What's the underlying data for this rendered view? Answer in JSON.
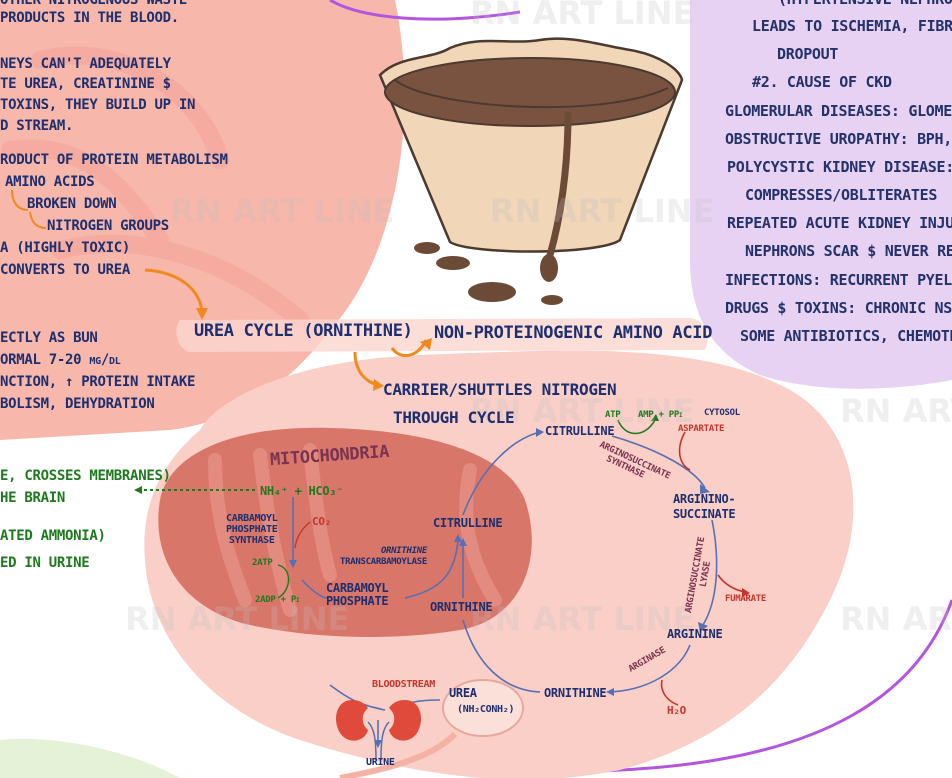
{
  "colors": {
    "left_blob": "#f7b7ab",
    "left_blob_edge": "#f3a497",
    "cycle_blob": "#f9cfc7",
    "mitochondria": "#d9766a",
    "purple_blob": "#e7d2f3",
    "purple_outline": "#b455e0",
    "navy_text": "#1d2f6f",
    "green_text": "#1f7a1f",
    "red_text": "#c8342c",
    "arrow_blue": "#5570b5",
    "orange_arrow": "#f08a1e",
    "kidney": "#e04a3a"
  },
  "watermark": "RN ART LINE",
  "left_panel": {
    "lines": [
      "OTHER NITROGENOUS WASTE",
      "PRODUCTS IN THE BLOOD.",
      "NEYS CAN'T ADEQUATELY",
      "TE UREA, CREATININE $",
      "TOXINS, THEY BUILD UP IN",
      "D STREAM.",
      "RODUCT OF PROTEIN METABOLISM",
      "AMINO ACIDS",
      "BROKEN DOWN",
      "NITROGEN GROUPS",
      "A (HIGHLY TOXIC)",
      "CONVERTS TO UREA",
      "ECTLY AS BUN",
      "ORMAL 7-20 mg/dl",
      "NCTION, ↑ PROTEIN INTAKE",
      "BOLISM, DEHYDRATION"
    ],
    "lower_lines": [
      "E, CROSSES MEMBRANES)",
      "HE BRAIN",
      "ATED AMMONIA)",
      "ED IN URINE"
    ]
  },
  "right_panel": {
    "lines": [
      "(HYPERTENSIVE NEPHRO",
      "LEADS TO ISCHEMIA, FIBROS",
      "DROPOUT",
      "#2. CAUSE OF CKD",
      "GLOMERULAR DISEASES: GLOMER",
      "OBSTRUCTIVE UROPATHY: BPH, S",
      "POLYCYSTIC KIDNEY DISEASE: CY",
      "COMPRESSES/OBLITERATES",
      "REPEATED ACUTE KIDNEY INJURY",
      "NEPHRONS SCAR $ NEVER REC",
      "INFECTIONS: RECURRENT PYELO",
      "DRUGS $ TOXINS: CHRONIC NSAI",
      "SOME ANTIBIOTICS, CHEMOTH"
    ]
  },
  "center": {
    "urea_cycle_title": "UREA CYCLE (ORNITHINE)",
    "non_proteinogenic": "NON-PROTEINOGENIC AMINO ACID",
    "carrier_line1": "CARRIER/SHUTTLES NITROGEN",
    "carrier_line2": "THROUGH CYCLE"
  },
  "cycle": {
    "mitochondria": "MITOCHONDRIA",
    "nh4": "NH₄⁺ + HCO₃⁻",
    "cps_line1": "CARBAMOYL",
    "cps_line2": "PHOSPHATE",
    "cps_line3": "SYNTHASE",
    "co2": "CO₂",
    "atp2": "2ATP",
    "adp2": "2ADP + Pi",
    "carbamoyl_line1": "CARBAMOYL",
    "carbamoyl_line2": "PHOSPHATE",
    "otc_line1": "ORNITHINE",
    "otc_line2": "TRANSCARBAMOYLASE",
    "citrulline_inner": "CITRULLINE",
    "ornithine_inner": "ORNITHINE",
    "citrulline_top": "CITRULLINE",
    "atp": "ATP",
    "amp": "AMP + PPi",
    "cytosol": "CYTOSOL",
    "aspartate": "ASPARTATE",
    "ass_line1": "ARGINOSUCCINATE",
    "ass_line2": "SYNTHASE",
    "argininosuccinate_line1": "ARGININO-",
    "argininosuccinate_line2": "SUCCINATE",
    "asl_line1": "ARGINOSUCCINATE",
    "asl_line2": "LYASE",
    "fumarate": "FUMARATE",
    "arginine": "ARGININE",
    "arginase": "ARGINASE",
    "h2o": "H₂O",
    "ornithine_bottom": "ORNITHINE",
    "urea": "UREA",
    "urea_formula": "(NH₂CONH₂)",
    "bloodstream": "BLOODSTREAM",
    "urine": "URINE"
  }
}
